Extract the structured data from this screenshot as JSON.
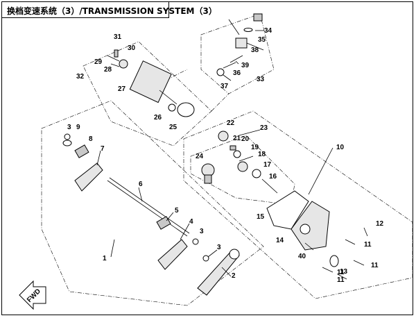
{
  "title": "换档变速系统（3）/TRANSMISSION SYSTEM（3）",
  "fwd_label": "FWD",
  "callouts": [
    "1",
    "2",
    "3",
    "3",
    "3",
    "4",
    "5",
    "6",
    "7",
    "8",
    "9",
    "10",
    "11",
    "11",
    "11",
    "11",
    "12",
    "13",
    "14",
    "15",
    "16",
    "17",
    "18",
    "19",
    "20",
    "21",
    "22",
    "23",
    "24",
    "25",
    "26",
    "27",
    "28",
    "29",
    "30",
    "31",
    "32",
    "33",
    "34",
    "35",
    "36",
    "37",
    "38",
    "39",
    "40"
  ]
}
